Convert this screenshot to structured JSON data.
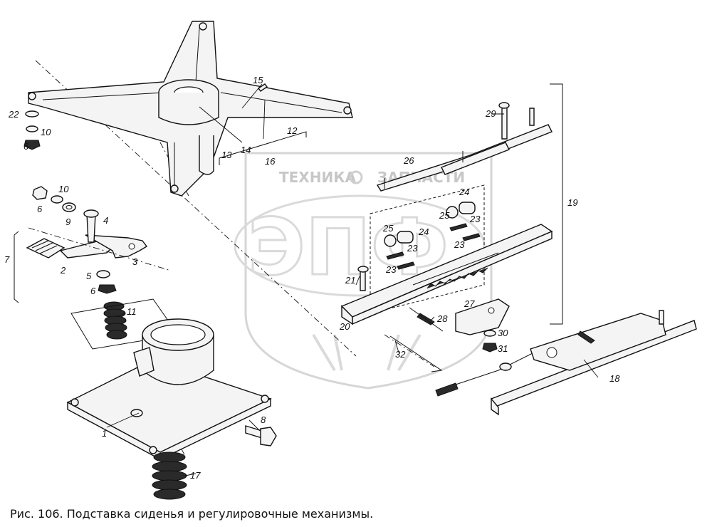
{
  "watermark": {
    "line1": "ТЕХНИКА",
    "line2": "ЗАПЧАСТИ",
    "logo": "ЭПФ"
  },
  "caption": "Рис. 106. Подставка сиденья и регулировочные механизмы.",
  "callouts": {
    "c1": "1",
    "c2": "2",
    "c3": "3",
    "c4": "4",
    "c5": "5",
    "c6a": "6",
    "c6b": "6",
    "c6c": "6",
    "c7": "7",
    "c8": "8",
    "c9": "9",
    "c10a": "10",
    "c10b": "10",
    "c11": "11",
    "c12": "12",
    "c13": "13",
    "c14": "14",
    "c15": "15",
    "c16": "16",
    "c17": "17",
    "c18": "18",
    "c19": "19",
    "c20": "20",
    "c21": "21",
    "c22": "22",
    "c23a": "23",
    "c23b": "23",
    "c23c": "23",
    "c23d": "23",
    "c24a": "24",
    "c24b": "24",
    "c25a": "25",
    "c25b": "25",
    "c26": "26",
    "c27": "27",
    "c28": "28",
    "c29": "29",
    "c30": "30",
    "c31": "31",
    "c32": "32"
  }
}
